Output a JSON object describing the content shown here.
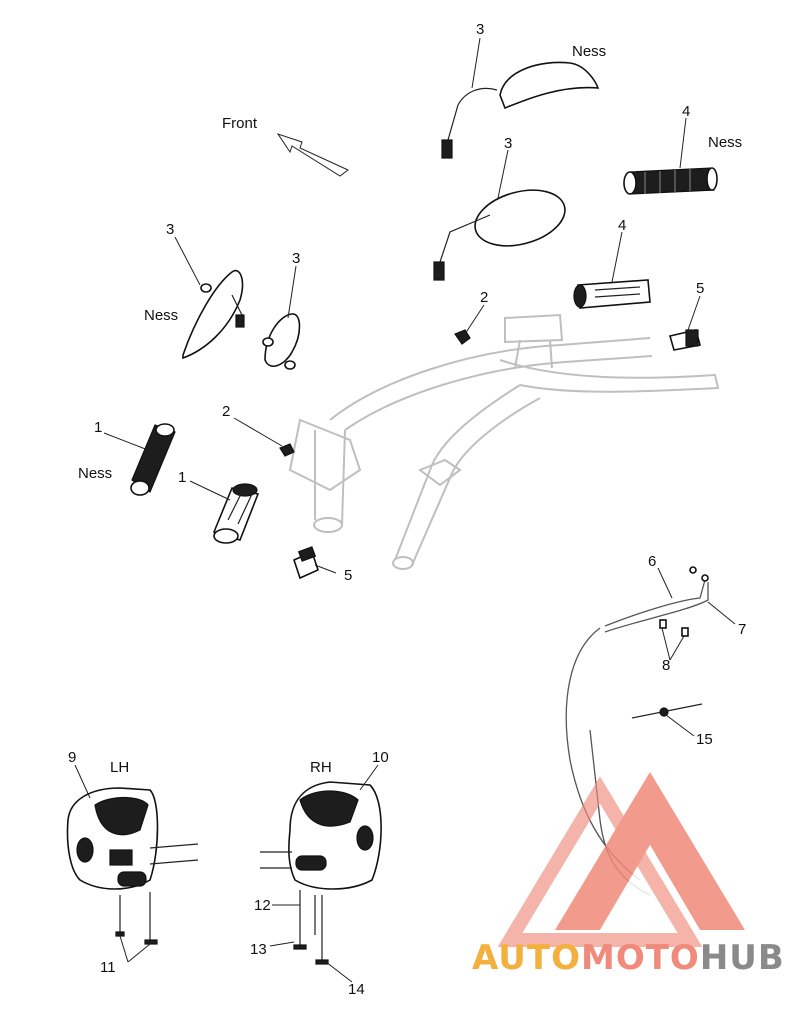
{
  "direction_label": "Front",
  "side_labels": {
    "left": "LH",
    "right": "RH"
  },
  "brand_variant": "Ness",
  "callouts": [
    "1",
    "2",
    "3",
    "4",
    "5",
    "6",
    "7",
    "8",
    "9",
    "10",
    "11",
    "12",
    "13",
    "14",
    "15"
  ],
  "watermark": {
    "part1": "AUTO",
    "part2": "MOTO",
    "part3": "HUB",
    "colors": {
      "red": "#f08a7a",
      "gold": "#f4b03e",
      "gray": "#8a8a8a"
    },
    "icon": "triangle-logo-icon"
  }
}
